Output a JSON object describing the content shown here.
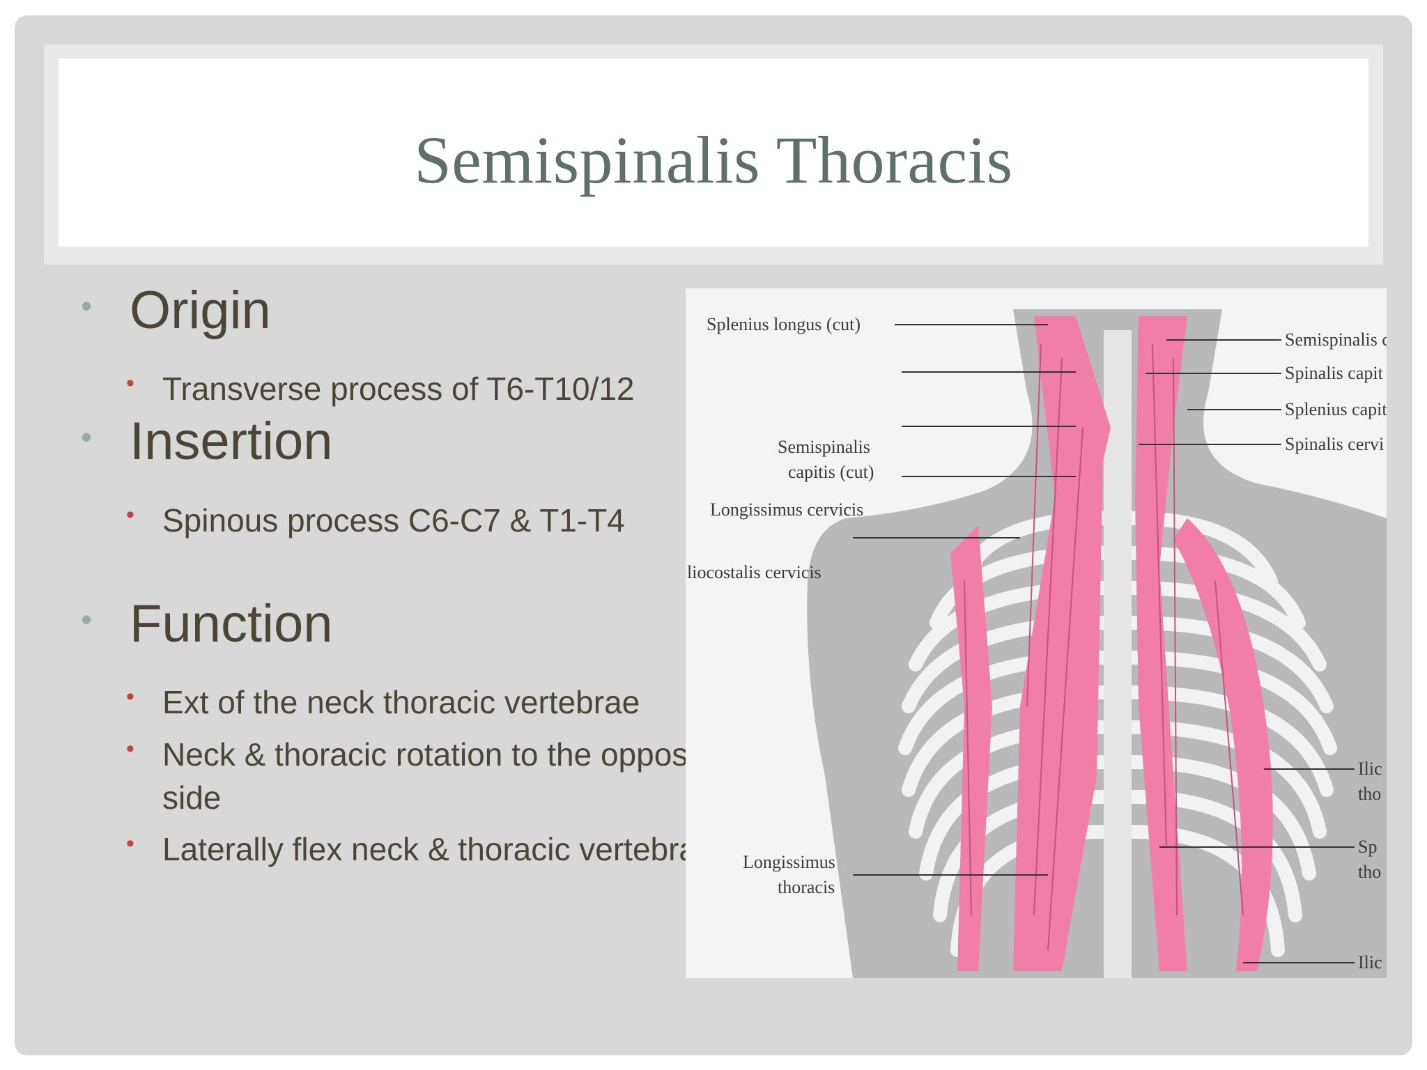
{
  "title": "Semispinalis Thoracis",
  "sections": [
    {
      "heading": "Origin",
      "items": [
        "Transverse process of T6-T10/12"
      ]
    },
    {
      "heading": "Insertion",
      "items": [
        "Spinous process C6-C7 & T1-T4"
      ]
    },
    {
      "heading": "Function",
      "items": [
        "Ext of the neck thoracic vertebrae",
        "Neck & thoracic rotation to the opposite side",
        "Laterally flex neck & thoracic vertebrae"
      ]
    }
  ],
  "figure": {
    "labels_left": [
      "Splenius longus (cut)",
      "Semispinalis",
      "capitis (cut)",
      "Longissimus cervicis",
      "liocostalis cervicis",
      "Longissimus",
      "thoracis"
    ],
    "labels_right": [
      "Semispinalis c",
      "Spinalis capit",
      "Splenius capit",
      "Spinalis cervi",
      "Ilic",
      "tho",
      "Sp",
      "tho",
      "Ilic"
    ]
  },
  "colors": {
    "slide_bg": "#d8d8d8",
    "title": "#5f6f6b",
    "body_text": "#4a4536",
    "level1_bullet": "#98aaa3",
    "level2_bullet": "#c0453a",
    "muscle": "#f07ea6"
  }
}
